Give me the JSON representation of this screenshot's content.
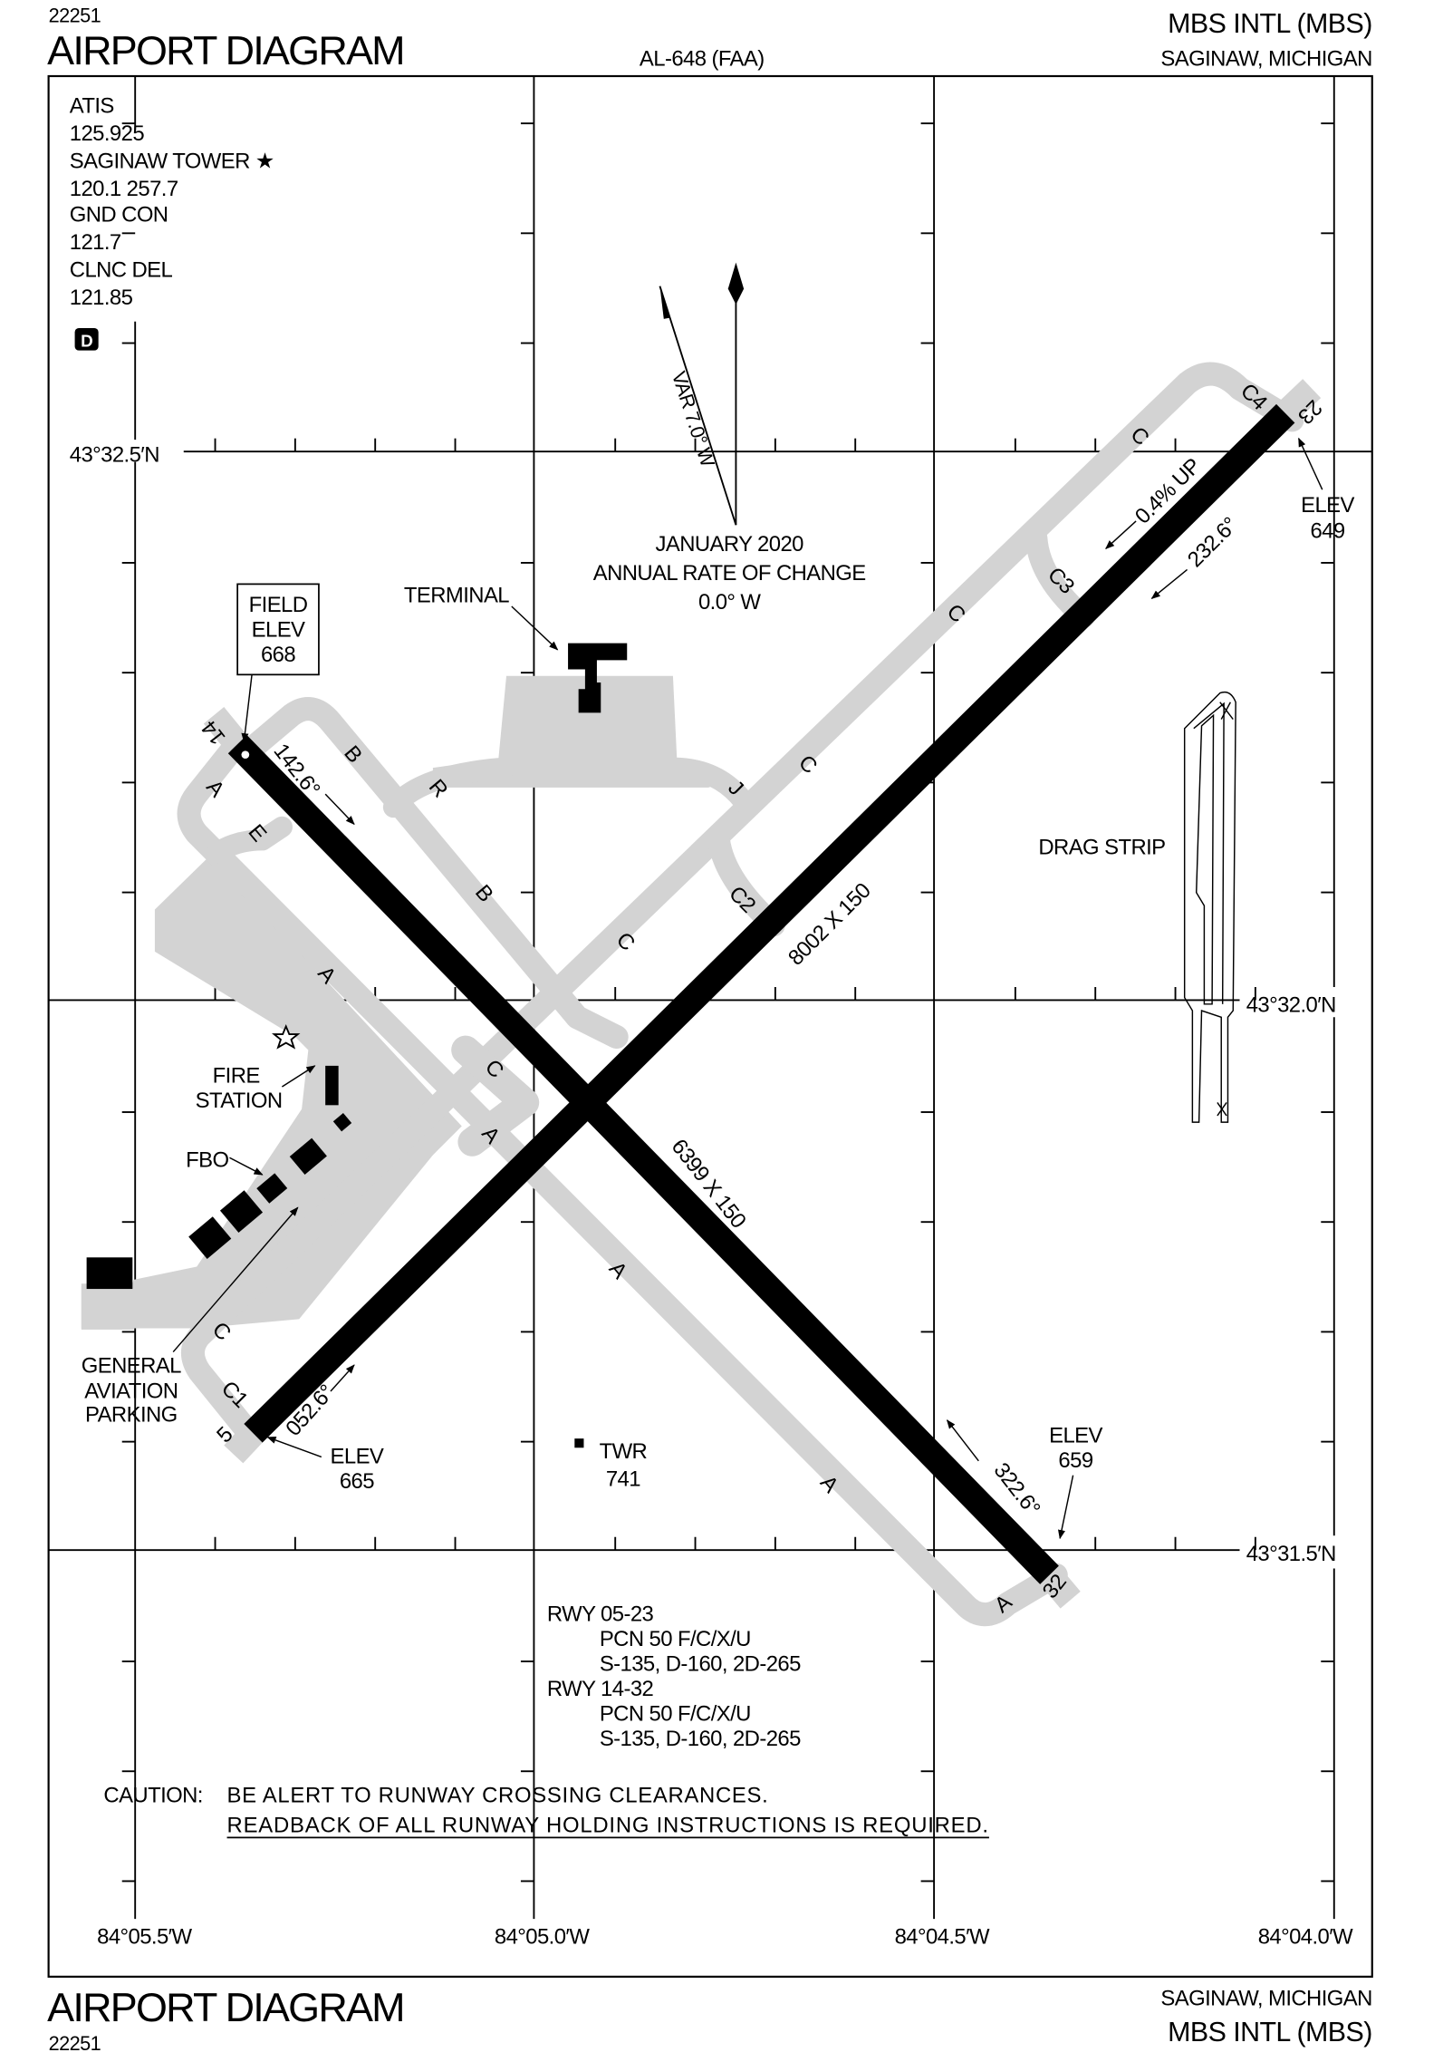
{
  "header": {
    "chart_number": "22251",
    "title": "AIRPORT DIAGRAM",
    "procedure_id": "AL-648 (FAA)",
    "airport": "MBS INTL (MBS)",
    "location": "SAGINAW, MICHIGAN"
  },
  "comms": {
    "atis_label": "ATIS",
    "atis_freq": "125.925",
    "tower_label": "SAGINAW TOWER ★",
    "tower_freq": "120.1 257.7",
    "gnd_label": "GND CON",
    "gnd_freq": "121.7",
    "clnc_label": "CLNC DEL",
    "clnc_freq": "121.85",
    "datalink_badge": "D"
  },
  "magnetic": {
    "variation": "VAR 7.0° W",
    "date": "JANUARY 2020",
    "rate_label": "ANNUAL RATE OF CHANGE",
    "rate": "0.0° W"
  },
  "coords": {
    "lat_1": "43°32.5′N",
    "lat_2": "43°32.0′N",
    "lat_3": "43°31.5′N",
    "lon_1": "84°05.5′W",
    "lon_2": "84°05.0′W",
    "lon_3": "84°04.5′W",
    "lon_4": "84°04.0′W"
  },
  "elev_label": "ELEV",
  "runways": {
    "rwy_05_23": {
      "end_5": "5",
      "end_23": "23",
      "dimensions": "8002 X 150",
      "heading_5": "052.6°",
      "heading_23": "232.6°",
      "gradient": "0.4% UP",
      "elev_5": "665",
      "elev_23": "649"
    },
    "rwy_14_32": {
      "end_14": "14",
      "end_32": "32",
      "dimensions": "6399 X 150",
      "heading_14": "142.6°",
      "heading_32": "322.6°",
      "elev_32": "659"
    }
  },
  "field_elev": {
    "label_1": "FIELD",
    "label_2": "ELEV",
    "value": "668"
  },
  "facilities": {
    "terminal": "TERMINAL",
    "fire_1": "FIRE",
    "fire_2": "STATION",
    "fbo": "FBO",
    "ga_1": "GENERAL",
    "ga_2": "AVIATION",
    "ga_3": "PARKING",
    "drag_strip": "DRAG STRIP",
    "twr_label": "TWR",
    "twr_elev": "741"
  },
  "taxiway_labels": [
    "A",
    "E",
    "B",
    "R",
    "B",
    "A",
    "C",
    "C2",
    "J",
    "C",
    "C",
    "C3",
    "C",
    "C4",
    "C",
    "A",
    "A",
    "A",
    "A",
    "C",
    "C1"
  ],
  "pavement": {
    "rwy_05_23_label": "RWY 05-23",
    "rwy_05_23_pcn": "PCN 50 F/C/X/U",
    "rwy_05_23_strength": "S-135, D-160, 2D-265",
    "rwy_14_32_label": "RWY 14-32",
    "rwy_14_32_pcn": "PCN 50 F/C/X/U",
    "rwy_14_32_strength": "S-135, D-160, 2D-265"
  },
  "caution": {
    "prefix": "CAUTION:",
    "line_1": "BE ALERT TO RUNWAY CROSSING CLEARANCES.",
    "line_2": "READBACK OF ALL RUNWAY HOLDING INSTRUCTIONS IS REQUIRED."
  },
  "footer": {
    "title": "AIRPORT DIAGRAM",
    "chart_number": "22251",
    "location": "SAGINAW, MICHIGAN",
    "airport": "MBS INTL (MBS)"
  },
  "colors": {
    "pavement": "#d3d3d3",
    "runway": "#000000"
  }
}
